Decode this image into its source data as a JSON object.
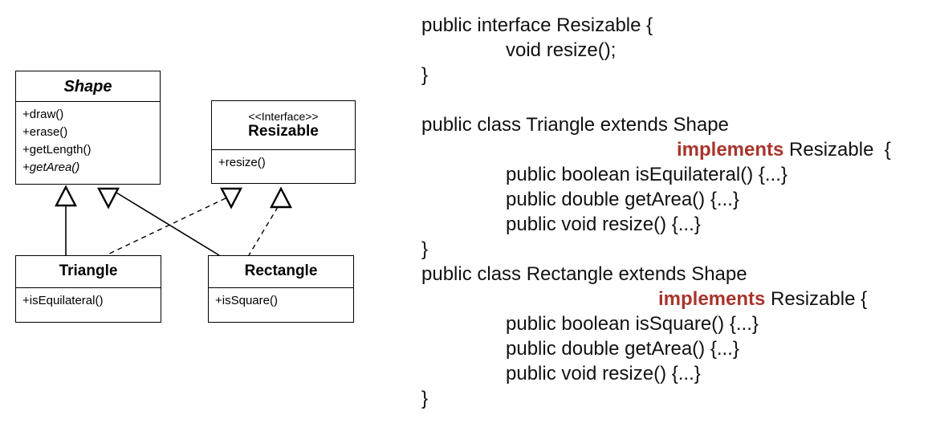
{
  "diagram": {
    "shape": {
      "title": "Shape",
      "methods": [
        "+draw()",
        "+erase()",
        "+getLength()",
        "+getArea()"
      ]
    },
    "resizable": {
      "stereotype": "<<Interface>>",
      "title": "Resizable",
      "methods": [
        "+resize()"
      ]
    },
    "triangle": {
      "title": "Triangle",
      "methods": [
        "+isEquilateral()"
      ]
    },
    "rectangle": {
      "title": "Rectangle",
      "methods": [
        "+isSquare()"
      ]
    },
    "relationships": [
      {
        "from": "Triangle",
        "to": "Shape",
        "type": "generalization",
        "line": "solid"
      },
      {
        "from": "Rectangle",
        "to": "Shape",
        "type": "generalization",
        "line": "solid"
      },
      {
        "from": "Triangle",
        "to": "Resizable",
        "type": "realization",
        "line": "dashed"
      },
      {
        "from": "Rectangle",
        "to": "Resizable",
        "type": "realization",
        "line": "dashed"
      }
    ]
  },
  "code": {
    "accent_color": "#a8352c",
    "lines": [
      {
        "indent": 0,
        "segments": [
          {
            "text": "public interface Resizable {"
          }
        ]
      },
      {
        "indent": 105,
        "segments": [
          {
            "text": "void resize();"
          }
        ]
      },
      {
        "indent": 0,
        "segments": [
          {
            "text": "}"
          }
        ]
      },
      {
        "indent": 0,
        "blank": true,
        "segments": []
      },
      {
        "indent": 0,
        "segments": [
          {
            "text": "public class Triangle extends Shape"
          }
        ]
      },
      {
        "indent": 318,
        "segments": [
          {
            "text": "implements",
            "accent": true
          },
          {
            "text": " Resizable  {"
          }
        ]
      },
      {
        "indent": 105,
        "segments": [
          {
            "text": "public boolean isEquilateral() {...}"
          }
        ]
      },
      {
        "indent": 105,
        "segments": [
          {
            "text": "public double getArea() {...}"
          }
        ]
      },
      {
        "indent": 105,
        "segments": [
          {
            "text": "public void resize() {...}"
          }
        ]
      },
      {
        "indent": 0,
        "segments": [
          {
            "text": "}"
          }
        ]
      },
      {
        "indent": 0,
        "segments": [
          {
            "text": "public class Rectangle extends Shape"
          }
        ]
      },
      {
        "indent": 295,
        "segments": [
          {
            "text": "implements",
            "accent": true
          },
          {
            "text": " Resizable {"
          }
        ]
      },
      {
        "indent": 105,
        "segments": [
          {
            "text": "public boolean isSquare() {...}"
          }
        ]
      },
      {
        "indent": 105,
        "segments": [
          {
            "text": "public double getArea() {...}"
          }
        ]
      },
      {
        "indent": 105,
        "segments": [
          {
            "text": "public void resize() {...}"
          }
        ]
      },
      {
        "indent": 0,
        "segments": [
          {
            "text": "}"
          }
        ]
      }
    ]
  }
}
